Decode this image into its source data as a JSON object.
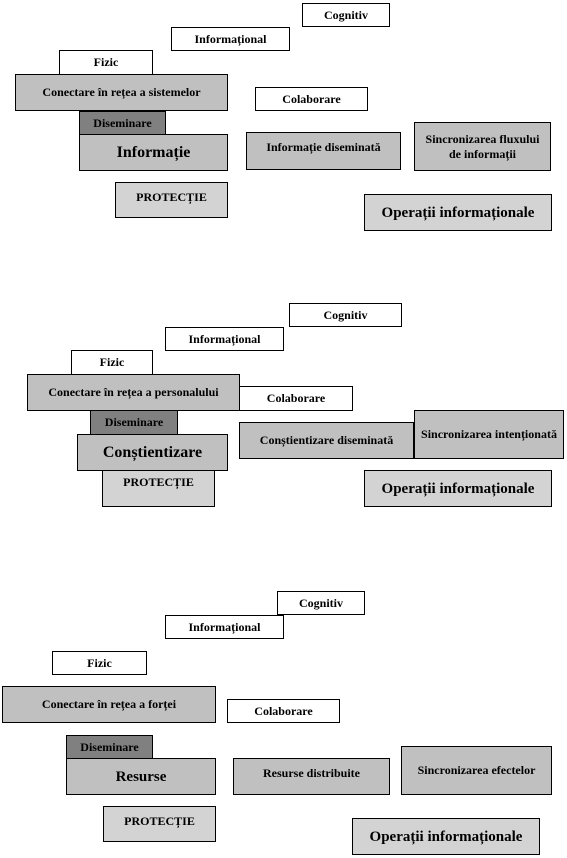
{
  "diagram_1": {
    "cognitiv": "Cognitiv",
    "informational": "Informațional",
    "fizic": "Fizic",
    "networking": "Conectare în rețea a sistemelor",
    "colaborare": "Colaborare",
    "diseminare": "Diseminare",
    "core": "Informație",
    "disseminated": "Informație diseminată",
    "sync": "Sincronizarea fluxului de informații",
    "protectie": "PROTECȚIE",
    "operatii": "Operații informaționale"
  },
  "diagram_2": {
    "cognitiv": "Cognitiv",
    "informational": "Informațional",
    "fizic": "Fizic",
    "networking": "Conectare în rețea a personalului",
    "colaborare": "Colaborare",
    "diseminare": "Diseminare",
    "core": "Conștientizare",
    "disseminated": "Conștientizare diseminată",
    "sync": "Sincronizarea intenționată",
    "protectie": "PROTECȚIE",
    "operatii": "Operații informaționale"
  },
  "diagram_3": {
    "cognitiv": "Cognitiv",
    "informational": "Informațional",
    "fizic": "Fizic",
    "networking": "Conectare în rețea a forței",
    "colaborare": "Colaborare",
    "diseminare": "Diseminare",
    "core": "Resurse",
    "disseminated": "Resurse distribuite",
    "sync": "Sincronizarea efectelor",
    "protectie": "PROTECȚIE",
    "operatii": "Operații informaționale"
  }
}
